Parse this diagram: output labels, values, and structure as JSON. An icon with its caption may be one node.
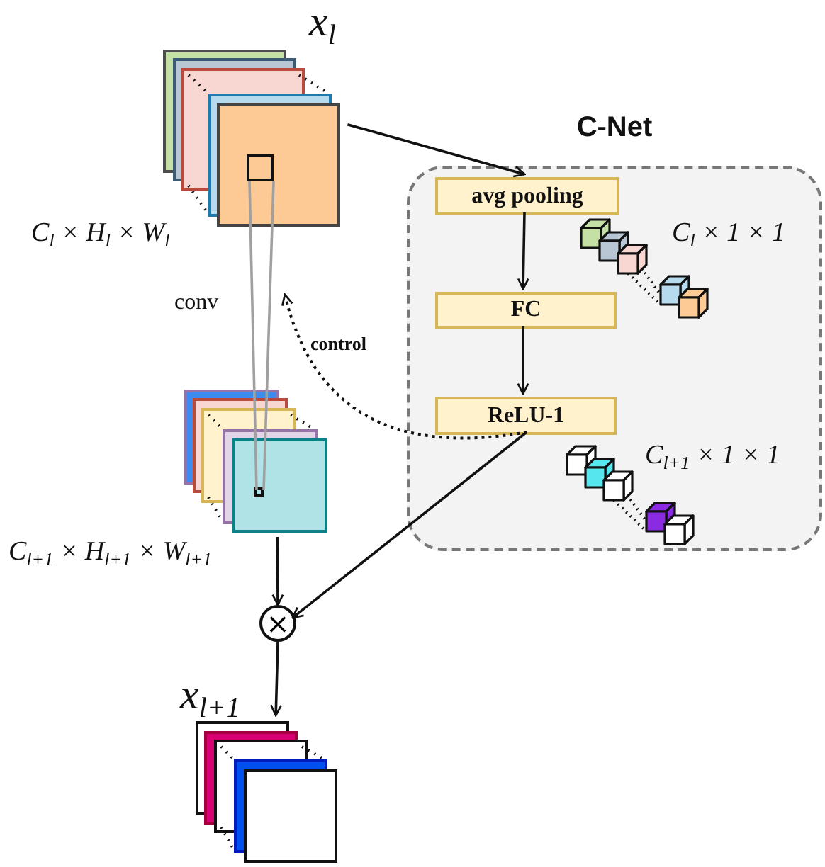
{
  "diagram": {
    "nodes": [
      {
        "text": [
          "x$_{l}$"
        ],
        "beside": [
          "C$_{l}$ × H$_{l}$ × W$_{l}$"
        ]
      },
      {
        "text": [
          "C-Net"
        ]
      },
      {
        "text": [
          "avg pooling"
        ],
        "in": 1
      },
      {
        "text": [
          "FC"
        ],
        "in": 1
      },
      {
        "text": [
          "ReLU-1"
        ],
        "in": 1
      },
      {
        "text": [],
        "shape": "box",
        "beside": [
          "C$_{l+1}$ × H$_{l+1}$ × W$_{l+1}$"
        ]
      },
      {
        "text": [
          "×"
        ]
      },
      {
        "text": [
          "x$_{l+1}$"
        ]
      }
    ],
    "edges": [
      {
        "from": 0,
        "to": 2,
        "arrow": "to"
      },
      {
        "from": 2,
        "to": 3,
        "arrow": "to"
      },
      {
        "from": 3,
        "to": 4,
        "arrow": "to"
      },
      {
        "from": 4,
        "to": null,
        "arrow": "to",
        "label": "control",
        "style": "dashed"
      },
      {
        "from": 0,
        "to": 5,
        "arrow": "none",
        "label": "conv",
        "color": "#a0a0a0"
      },
      {
        "from": 5,
        "to": 6,
        "arrow": "to"
      },
      {
        "from": 4,
        "to": 6,
        "arrow": "to"
      },
      {
        "from": 6,
        "to": 7,
        "arrow": "to"
      }
    ],
    "labels": [
      "C$_{l}$ × 1 × 1",
      "C$_{l+1}$ × 1 × 1"
    ]
  }
}
